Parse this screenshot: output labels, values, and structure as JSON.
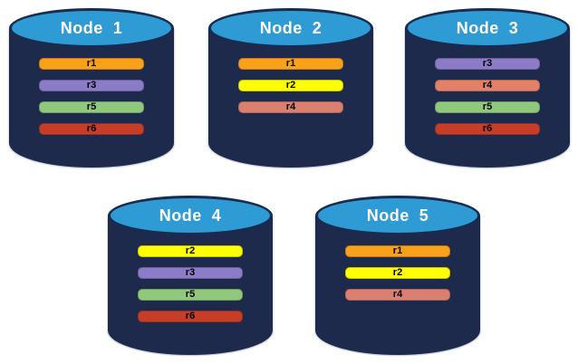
{
  "diagram": {
    "description": "Five database nodes showing replica placement",
    "background": "#FFFFFF"
  },
  "colors": {
    "cylinder_body": "#1D2A4B",
    "cylinder_top_fill": "#2F9BD4",
    "cylinder_outline": "#182B50",
    "node_label_text": "#FFFFFF",
    "replica_label_text": "#000000",
    "r1_orange": "#F9A11B",
    "r2_yellow": "#FFFF00",
    "r3_purple": "#8C7BC6",
    "r4_salmon": "#DB8070",
    "r5_green": "#90C87C",
    "r6_red": "#C63D28"
  },
  "nodes": [
    {
      "label": "Node  1",
      "replicas": [
        {
          "label": "r1",
          "color": "#F9A11B"
        },
        {
          "label": "r3",
          "color": "#8C7BC6"
        },
        {
          "label": "r5",
          "color": "#90C87C"
        },
        {
          "label": "r6",
          "color": "#C63D28"
        }
      ]
    },
    {
      "label": "Node  2",
      "replicas": [
        {
          "label": "r1",
          "color": "#F9A11B"
        },
        {
          "label": "r2",
          "color": "#FFFF00"
        },
        {
          "label": "r4",
          "color": "#DB8070"
        }
      ]
    },
    {
      "label": "Node  3",
      "replicas": [
        {
          "label": "r3",
          "color": "#8C7BC6"
        },
        {
          "label": "r4",
          "color": "#E08168"
        },
        {
          "label": "r5",
          "color": "#90C87C"
        },
        {
          "label": "r6",
          "color": "#C63D28"
        }
      ]
    },
    {
      "label": "Node  4",
      "replicas": [
        {
          "label": "r2",
          "color": "#FFFF00"
        },
        {
          "label": "r3",
          "color": "#8C7BC6"
        },
        {
          "label": "r5",
          "color": "#90C87C"
        },
        {
          "label": "r6",
          "color": "#C63D28"
        }
      ]
    },
    {
      "label": "Node  5",
      "replicas": [
        {
          "label": "r1",
          "color": "#F9A11B"
        },
        {
          "label": "r2",
          "color": "#FFFF00"
        },
        {
          "label": "r4",
          "color": "#DB8070"
        }
      ]
    }
  ]
}
